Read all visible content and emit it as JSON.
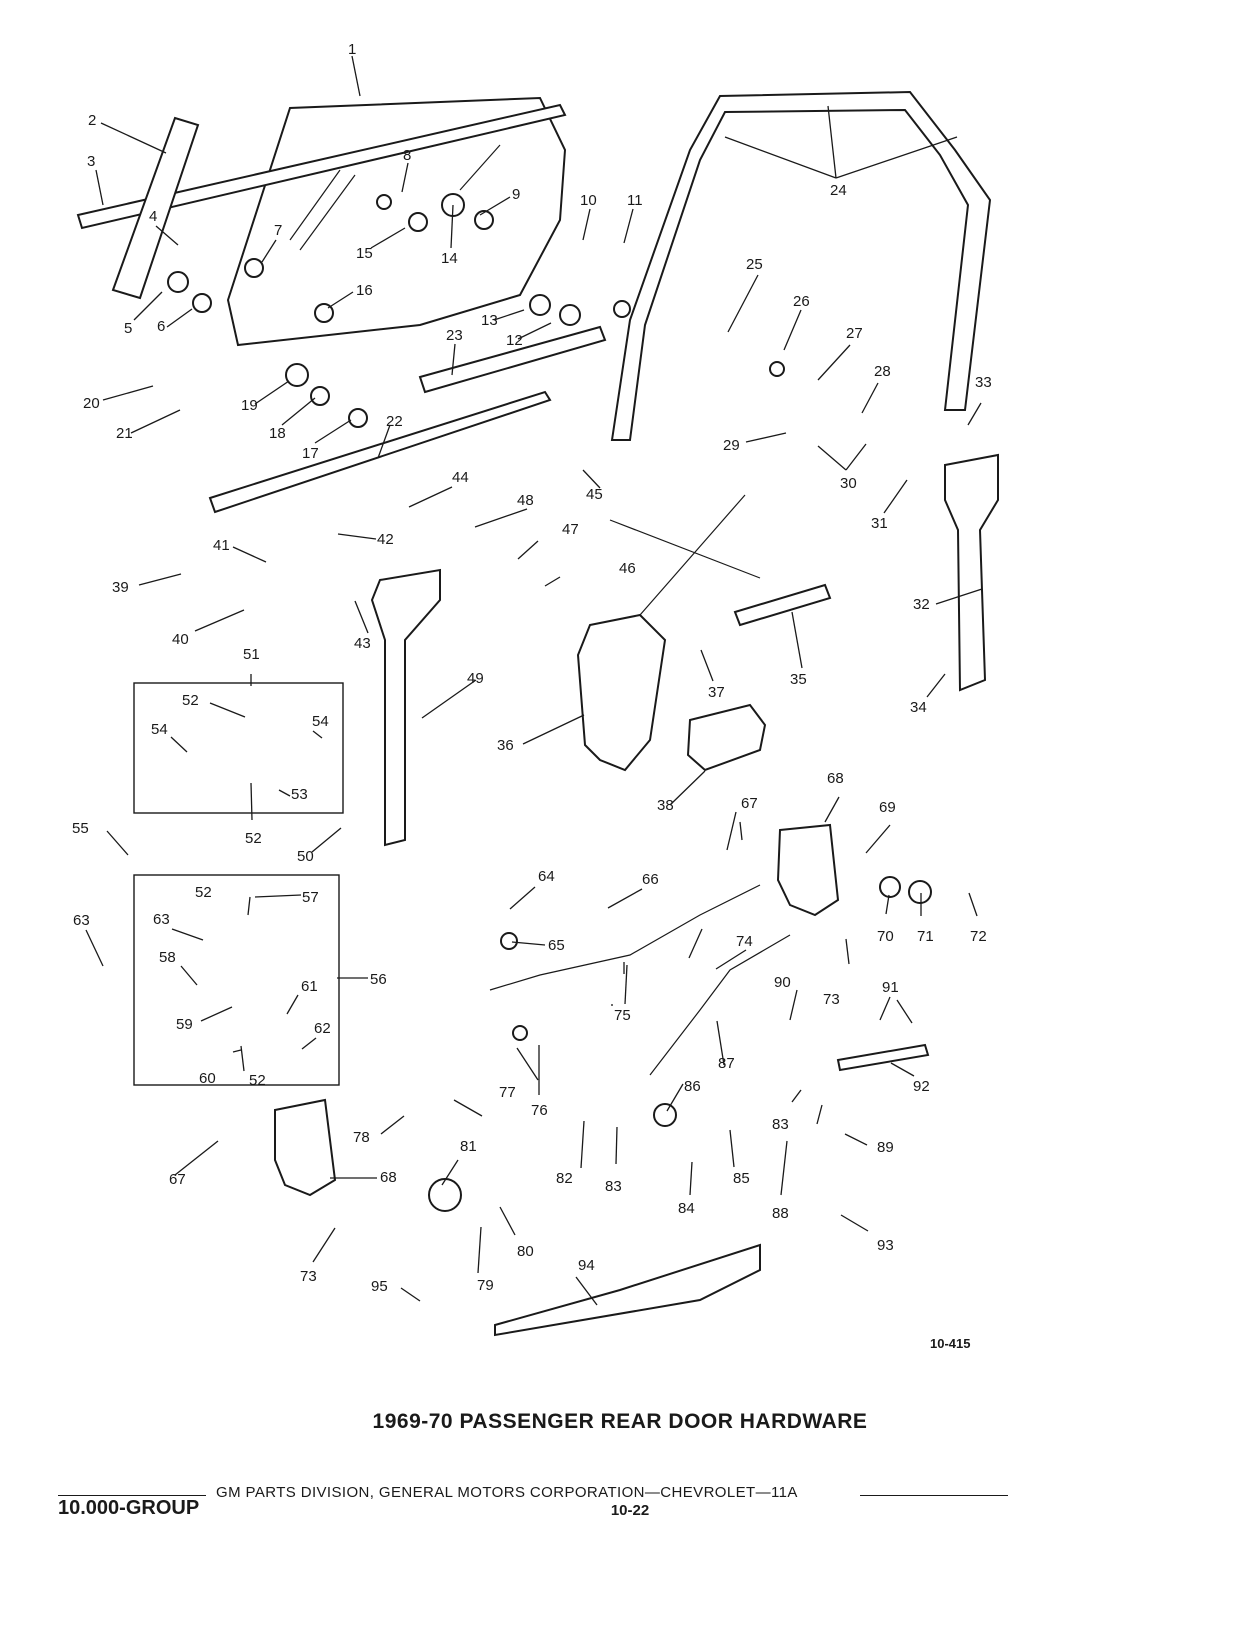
{
  "figure": {
    "title": "1969-70 PASSENGER REAR DOOR HARDWARE",
    "figure_number": "10-415"
  },
  "footer": {
    "publisher": "GM PARTS DIVISION, GENERAL MOTORS CORPORATION—CHEVROLET—11A",
    "group": "10.000-GROUP",
    "page": "10-22"
  },
  "callouts": [
    "1",
    "2",
    "3",
    "4",
    "5",
    "6",
    "7",
    "8",
    "9",
    "10",
    "11",
    "12",
    "13",
    "14",
    "15",
    "16",
    "17",
    "18",
    "19",
    "20",
    "21",
    "22",
    "23",
    "24",
    "25",
    "26",
    "27",
    "28",
    "29",
    "30",
    "31",
    "32",
    "33",
    "34",
    "35",
    "36",
    "37",
    "38",
    "39",
    "40",
    "41",
    "42",
    "43",
    "44",
    "45",
    "46",
    "47",
    "48",
    "49",
    "50",
    "51",
    "52",
    "52",
    "52",
    "52",
    "53",
    "54",
    "54",
    "55",
    "56",
    "57",
    "58",
    "59",
    "60",
    "61",
    "62",
    "63",
    "63",
    "64",
    "65",
    "66",
    "67",
    "67",
    "68",
    "68",
    "69",
    "70",
    "71",
    "72",
    "73",
    "73",
    "74",
    "75",
    "76",
    "77",
    "78",
    "79",
    "80",
    "81",
    "82",
    "83",
    "83",
    "84",
    "85",
    "86",
    "87",
    "88",
    "89",
    "90",
    "91",
    "92",
    "93",
    "94",
    "95"
  ]
}
